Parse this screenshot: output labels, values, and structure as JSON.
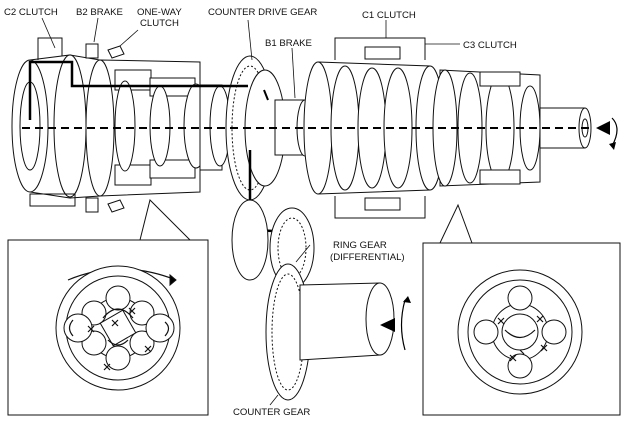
{
  "labels": {
    "c2_clutch": "C2 CLUTCH",
    "b2_brake": "B2 BRAKE",
    "one_way_clutch_line1": "ONE-WAY",
    "one_way_clutch_line2": "CLUTCH",
    "counter_drive_gear": "COUNTER DRIVE GEAR",
    "c1_clutch": "C1 CLUTCH",
    "b1_brake": "B1  BRAKE",
    "c3_clutch": "C3 CLUTCH",
    "ring_gear_line1": "RING GEAR",
    "ring_gear_line2": "(DIFFERENTIAL)",
    "counter_gear": "COUNTER GEAR"
  },
  "colors": {
    "line": "#111111",
    "fill": "#ffffff",
    "flow_path": "#000000"
  }
}
